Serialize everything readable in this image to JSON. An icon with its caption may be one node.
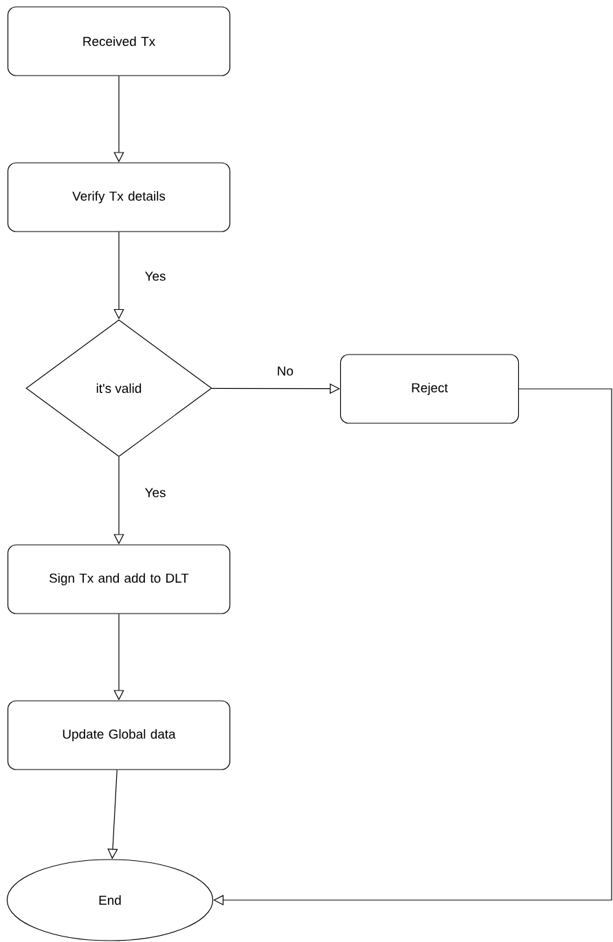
{
  "diagram": {
    "nodes": [
      {
        "text": [
          "Received Tx"
        ]
      },
      {
        "text": [
          "Verify Tx details"
        ]
      },
      {
        "text": [
          "it's valid"
        ]
      },
      {
        "text": [
          "Reject"
        ]
      },
      {
        "text": [
          "Sign Tx and add to DLT"
        ]
      },
      {
        "text": [
          "Update Global data"
        ]
      },
      {
        "text": [
          "End"
        ]
      }
    ],
    "edges": [
      {
        "from": 0,
        "to": 1,
        "arrow": "to"
      },
      {
        "from": 1,
        "to": 2,
        "arrow": "to",
        "label": "Yes"
      },
      {
        "from": 2,
        "to": 3,
        "arrow": "to",
        "label": "No"
      },
      {
        "from": 2,
        "to": 4,
        "arrow": "to",
        "label": "Yes"
      },
      {
        "from": 4,
        "to": 5,
        "arrow": "to"
      },
      {
        "from": 5,
        "to": 6,
        "arrow": "to"
      },
      {
        "from": 3,
        "to": 6,
        "arrow": "to"
      }
    ]
  }
}
